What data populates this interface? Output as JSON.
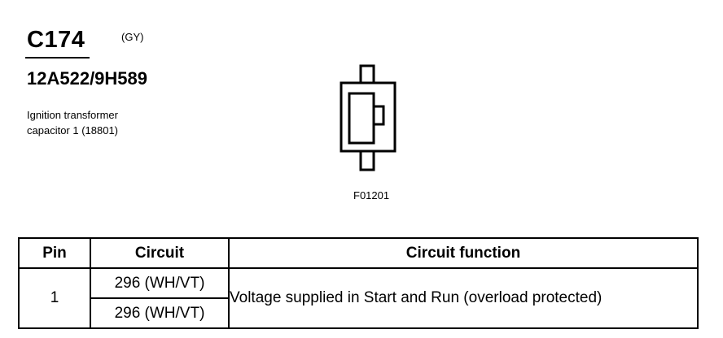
{
  "header": {
    "connector_id": "C174",
    "color_code": "(GY)",
    "part_number": "12A522/9H589",
    "description_lines": [
      "Ignition transformer",
      "capacitor 1 (18801)"
    ]
  },
  "figure": {
    "id": "F01201"
  },
  "table": {
    "headers": [
      "Pin",
      "Circuit",
      "Circuit function"
    ],
    "rows": [
      {
        "pin": "1",
        "circuits": [
          "296 (WH/VT)",
          "296 (WH/VT)"
        ],
        "function": "Voltage supplied in Start and Run (overload protected)"
      }
    ]
  }
}
